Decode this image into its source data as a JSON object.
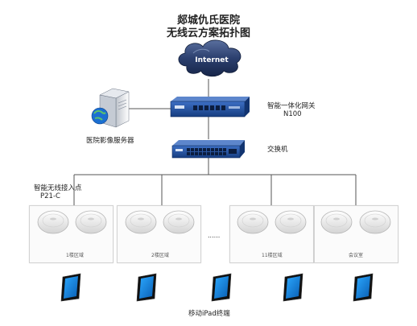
{
  "title": {
    "line1": "郯城仇氏医院",
    "line2": "无线云方案拓扑图"
  },
  "internet": {
    "label": "Internet"
  },
  "gateway": {
    "name": "智能一体化网关",
    "model": "N100"
  },
  "switch": {
    "name": "交换机"
  },
  "server": {
    "name": "医院影像服务器"
  },
  "access_point": {
    "name": "智能无线接入点",
    "model": "P21-C"
  },
  "zones": [
    {
      "label": "1楼区域"
    },
    {
      "label": "2楼区域"
    },
    {
      "label": "11楼区域"
    },
    {
      "label": "会议室"
    }
  ],
  "ellipsis": "......",
  "terminals": {
    "label": "移动iPad终端"
  },
  "colors": {
    "device_blue": "#1f4f9c",
    "tablet_screen": "#1a8fe0",
    "cloud": "#2b3f6e",
    "line": "#555555"
  }
}
